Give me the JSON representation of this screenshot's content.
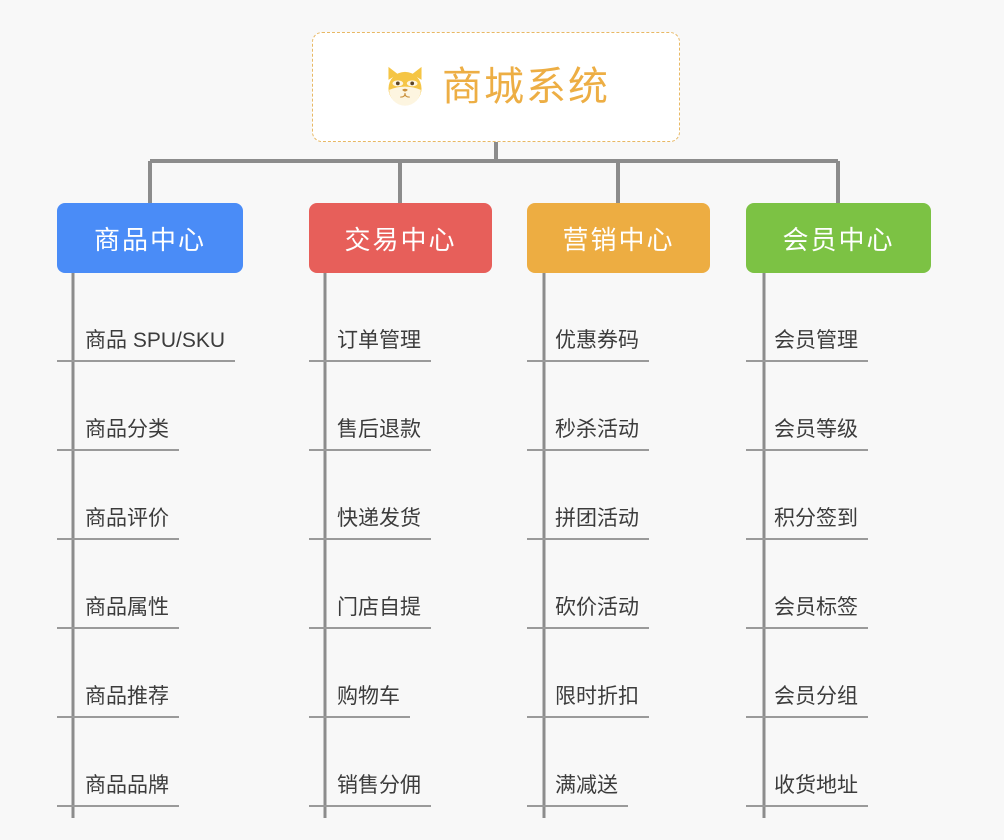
{
  "background_color": "#f8f8f8",
  "root": {
    "title": "商城系统",
    "icon": "shiba-dog-face-icon",
    "text_color": "#edae44",
    "border_color": "#e8b864",
    "background": "#ffffff"
  },
  "columns": [
    {
      "id": "product-center",
      "label": "商品中心",
      "color": "#4a8cf7",
      "items": [
        {
          "label": "商品 SPU/SKU"
        },
        {
          "label": "商品分类"
        },
        {
          "label": "商品评价"
        },
        {
          "label": "商品属性"
        },
        {
          "label": "商品推荐"
        },
        {
          "label": "商品品牌"
        }
      ]
    },
    {
      "id": "trade-center",
      "label": "交易中心",
      "color": "#e75f5a",
      "items": [
        {
          "label": "订单管理"
        },
        {
          "label": "售后退款"
        },
        {
          "label": "快递发货"
        },
        {
          "label": "门店自提"
        },
        {
          "label": "购物车"
        },
        {
          "label": "销售分佣"
        }
      ]
    },
    {
      "id": "marketing-center",
      "label": "营销中心",
      "color": "#edad42",
      "items": [
        {
          "label": "优惠券码"
        },
        {
          "label": "秒杀活动"
        },
        {
          "label": "拼团活动"
        },
        {
          "label": "砍价活动"
        },
        {
          "label": "限时折扣"
        },
        {
          "label": "满减送"
        }
      ]
    },
    {
      "id": "member-center",
      "label": "会员中心",
      "color": "#7cc244",
      "items": [
        {
          "label": "会员管理"
        },
        {
          "label": "会员等级"
        },
        {
          "label": "积分签到"
        },
        {
          "label": "会员标签"
        },
        {
          "label": "会员分组"
        },
        {
          "label": "收货地址"
        }
      ]
    }
  ],
  "connector_color": "#8c8c8c",
  "leaf_line_color": "#9a9a9a"
}
